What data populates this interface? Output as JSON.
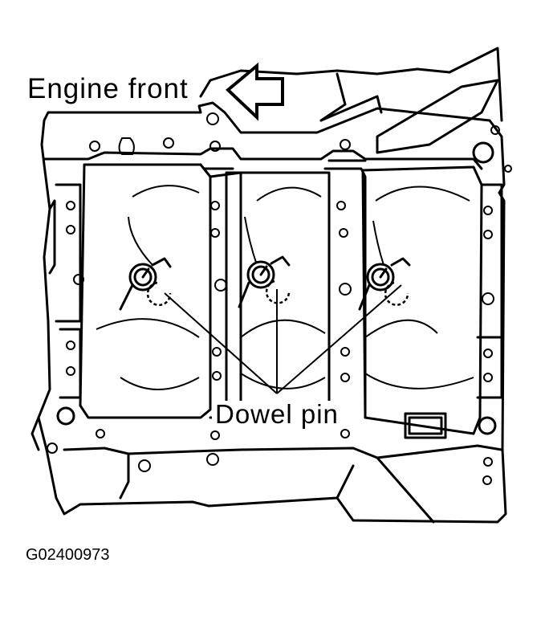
{
  "labels": {
    "engine_front": "Engine front",
    "dowel_pin": "Dowel pin",
    "figure_id": "G02400973"
  },
  "dowel_pin_count": 3,
  "icons": {
    "direction_arrow": "arrow-left-icon"
  },
  "colors": {
    "line": "#000000",
    "background": "#ffffff"
  }
}
